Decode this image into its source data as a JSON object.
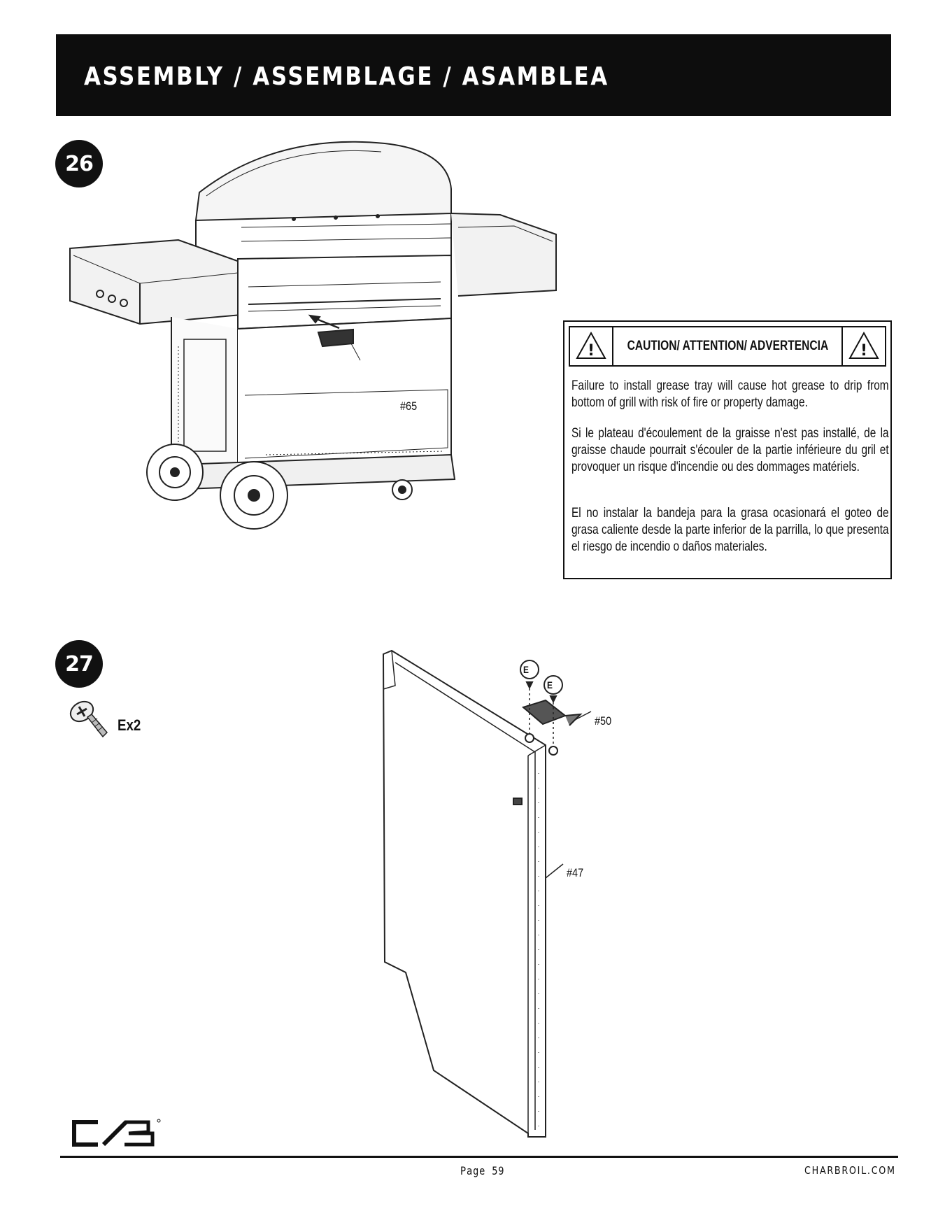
{
  "header": {
    "title": "ASSEMBLY / ASSEMBLAGE / ASAMBLEA"
  },
  "steps": [
    {
      "number": "26",
      "part_label": "#65"
    },
    {
      "number": "27",
      "hardware_qty": "Ex2",
      "part_labels": [
        "#50",
        "#47"
      ],
      "screw_tags": [
        "E",
        "E"
      ]
    }
  ],
  "caution": {
    "title": "CAUTION/ ATTENTION/ ADVERTENCIA",
    "paragraphs": [
      "Failure to install grease tray will cause hot grease to drip from bottom of grill with risk of fire or property damage.",
      "Si le plateau d'écoulement de la graisse n'est pas installé, de la graisse chaude pourrait s'écouler de la partie inférieure du gril et provoquer un risque d'incendie ou des dommages matériels.",
      "El no instalar la bandeja para la grasa ocasionará el goteo de grasa caliente desde la parte inferior de la parrilla, lo que presenta el riesgo de incendio o daños materiales."
    ]
  },
  "footer": {
    "page": "Page 59",
    "website": "CHARBROIL.COM",
    "logo": "CB"
  }
}
